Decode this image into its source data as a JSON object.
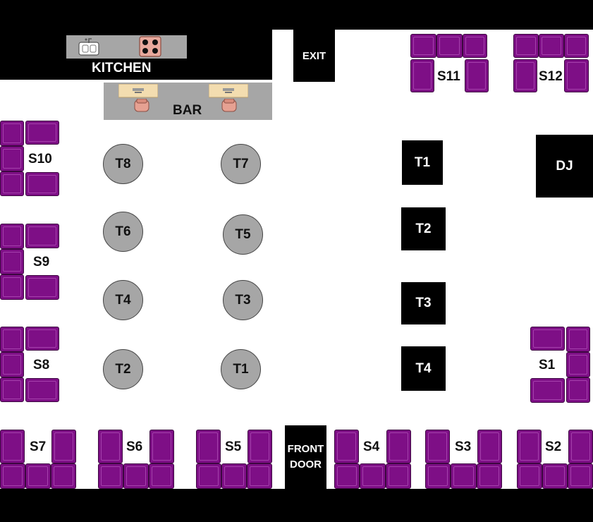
{
  "kitchen": {
    "label": "KITCHEN",
    "icons": [
      "sink-icon",
      "stove-icon"
    ]
  },
  "bar": {
    "label": "BAR",
    "icons": [
      "register-icon",
      "register-icon",
      "stool-icon",
      "stool-icon"
    ]
  },
  "exit": {
    "label": "EXIT"
  },
  "dj": {
    "label": "DJ"
  },
  "front_door": {
    "line1": "FRONT",
    "line2": "DOOR"
  },
  "round_tables": [
    "T8",
    "T7",
    "T6",
    "T5",
    "T4",
    "T3",
    "T2",
    "T1"
  ],
  "square_tables": [
    "T1",
    "T2",
    "T3",
    "T4"
  ],
  "sofas": [
    "S1",
    "S2",
    "S3",
    "S4",
    "S5",
    "S6",
    "S7",
    "S8",
    "S9",
    "S10",
    "S11",
    "S12"
  ],
  "colors": {
    "background": "#000000",
    "floor": "#ffffff",
    "sofa": "#7e0f86",
    "round_table": "#a6a6a6",
    "counter": "#a6a6a6"
  }
}
